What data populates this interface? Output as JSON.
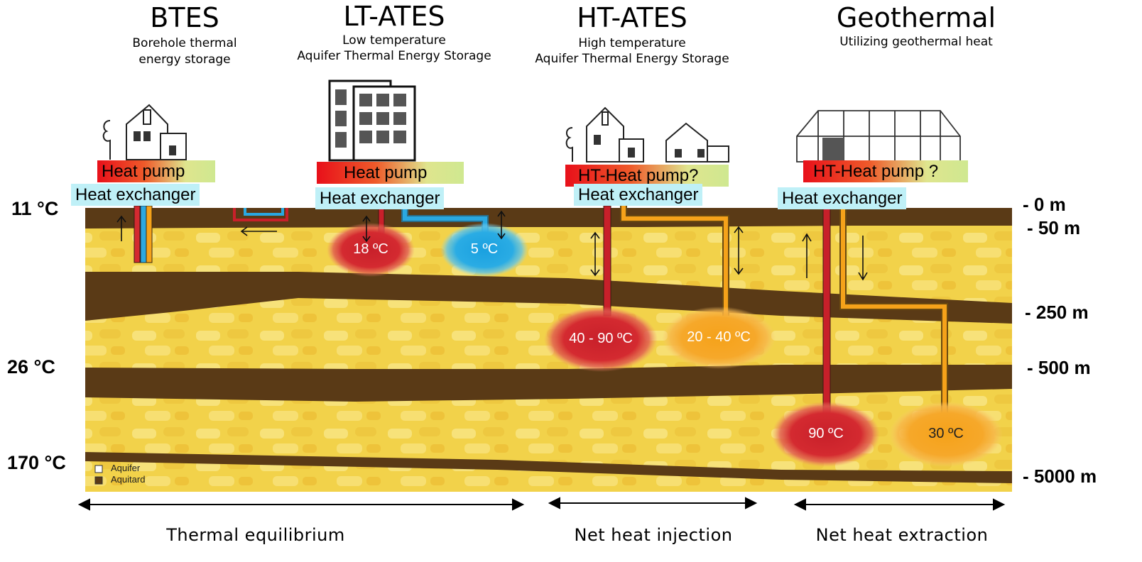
{
  "systems": [
    {
      "title": "BTES",
      "subtitle": [
        "Borehole thermal",
        "energy storage"
      ],
      "heat_pump": "Heat pump",
      "heat_exchanger": "Heat exchanger",
      "building_icon": "house-icon"
    },
    {
      "title": "LT-ATES",
      "subtitle": [
        "Low temperature",
        "Aquifer Thermal Energy Storage"
      ],
      "heat_pump": "Heat pump",
      "heat_exchanger": "Heat exchanger",
      "building_icon": "office-building-icon"
    },
    {
      "title": "HT-ATES",
      "subtitle": [
        "High temperature",
        "Aquifer Thermal Energy Storage"
      ],
      "heat_pump": "HT-Heat pump?",
      "heat_exchanger": "Heat exchanger",
      "building_icon": "houses-icon"
    },
    {
      "title": "Geothermal",
      "subtitle": [
        "Utilizing geothermal heat"
      ],
      "heat_pump": "HT-Heat pump ?",
      "heat_exchanger": "Heat exchanger",
      "building_icon": "greenhouse-icon"
    }
  ],
  "temperatures_left": [
    "11 °C",
    "26 °C",
    "170 °C"
  ],
  "depths": [
    "- 0 m",
    "- 50 m",
    "- 250 m",
    "- 500 m",
    "- 5000 m"
  ],
  "reservoirs": [
    "18 ºC",
    "5 ºC",
    "40 - 90 ºC",
    "20 - 40 ºC",
    "90 ºC",
    "30 ºC"
  ],
  "legend": {
    "aquifer": "Aquifer",
    "aquitard": "Aquitard"
  },
  "bottom_labels": [
    "Thermal equilibrium",
    "Net heat injection",
    "Net heat extraction"
  ],
  "colors": {
    "aquifer": "#f2d24a",
    "aquitard": "#5a3a16",
    "hot": "#c8202a",
    "warm": "#f5a21a",
    "cold": "#2aa8e0",
    "heat_exchanger_bg": "#bff0f7"
  }
}
